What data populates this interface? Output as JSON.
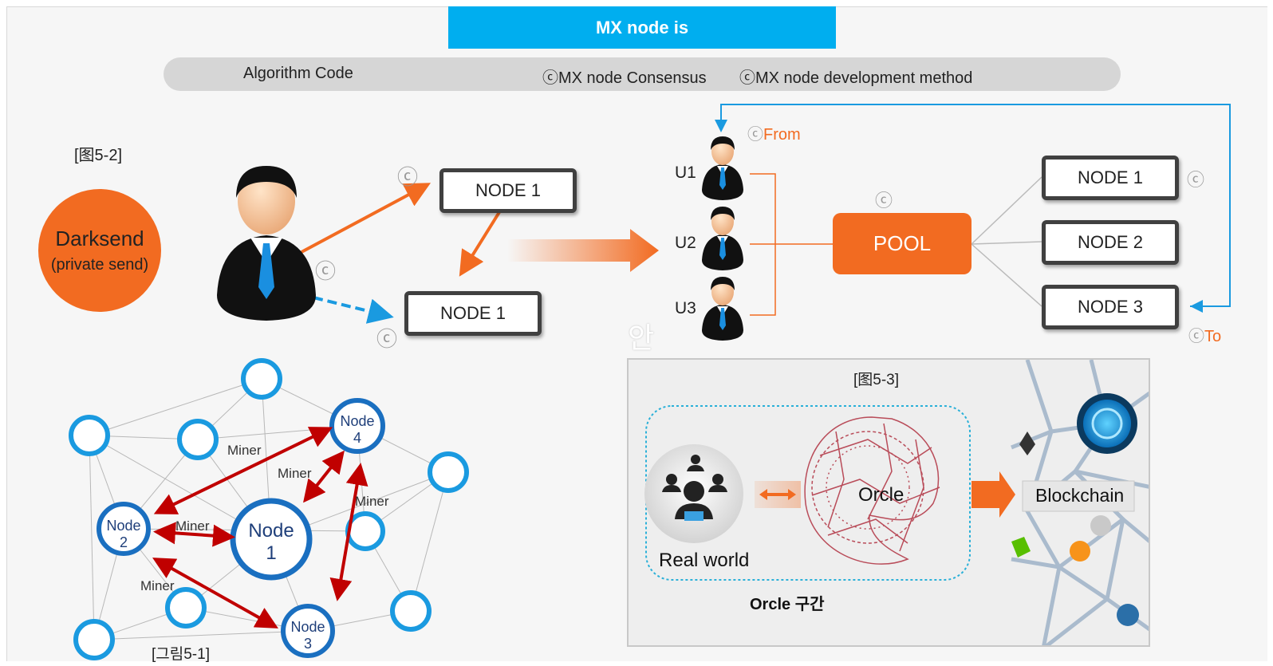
{
  "title": "MX node is",
  "subbar": {
    "item1": "Algorithm Code",
    "item2": "ⓒMX node Consensus",
    "item3": "ⓒMX node development method"
  },
  "fig52": {
    "label": "[图5-2]",
    "darksend_line1": "Darksend",
    "darksend_line2": "(private send)",
    "node_top": "NODE 1",
    "node_bottom": "NODE 1",
    "copyright": "ⓒ"
  },
  "pool_section": {
    "from_label": "From",
    "to_label": "To",
    "users": [
      "U1",
      "U2",
      "U3"
    ],
    "pool_label": "POOL",
    "nodes": [
      "NODE 1",
      "NODE 2",
      "NODE 3"
    ],
    "copyright": "ⓒ",
    "stray_char": "안"
  },
  "fig51": {
    "caption": "[그림5-1]",
    "nodes": [
      {
        "line1": "Node",
        "line2": "1"
      },
      {
        "line1": "Node",
        "line2": "2"
      },
      {
        "line1": "Node",
        "line2": "3"
      },
      {
        "line1": "Node",
        "line2": "4"
      }
    ],
    "edge_label": "Miner"
  },
  "fig53": {
    "label": "[图5-3]",
    "real_world": "Real world",
    "orcle": "Orcle",
    "blockchain": "Blockchain",
    "section_label": "Orcle 구간"
  },
  "colors": {
    "accent_blue": "#00aeef",
    "orange": "#f26b21",
    "dark_red": "#c00000",
    "node_blue": "#1a9ae0"
  }
}
